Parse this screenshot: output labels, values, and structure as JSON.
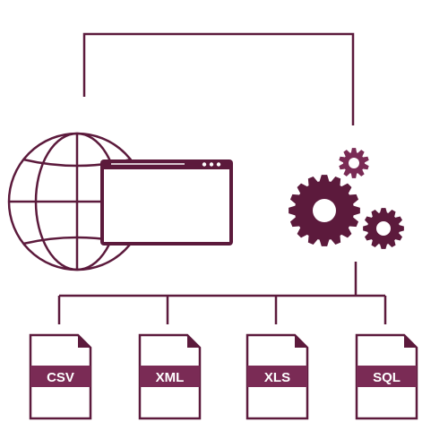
{
  "colors": {
    "primary": "#5c1a3c",
    "secondary": "#7a2b55",
    "background": "#ffffff"
  },
  "icons": {
    "globe": "globe-icon",
    "browser": "browser-window-icon",
    "gears": "gears-icon",
    "document": "document-icon"
  },
  "files": [
    {
      "label": "CSV"
    },
    {
      "label": "XML"
    },
    {
      "label": "XLS"
    },
    {
      "label": "SQL"
    }
  ]
}
